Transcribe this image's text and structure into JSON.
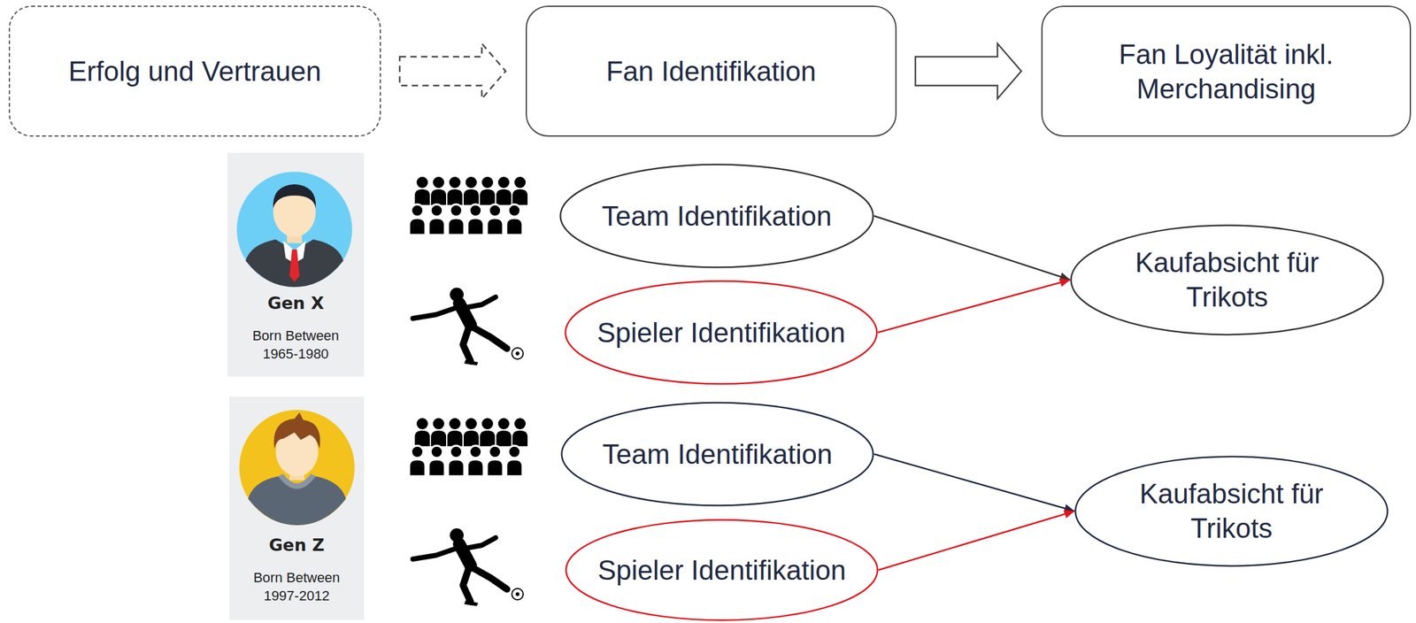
{
  "diagram": {
    "nodes": [
      {
        "text": [
          "Erfolg und Vertrauen"
        ]
      },
      {
        "text": [
          "Fan Identifikation"
        ]
      },
      {
        "text": [
          "Fan Loyalität inkl. Merchandising"
        ]
      },
      {
        "text": [
          "Team Identifikation"
        ]
      },
      {
        "text": [
          "Spieler Identifikation"
        ]
      },
      {
        "text": [
          "Kaufabsicht für Trikots"
        ]
      },
      {
        "text": [
          "Team Identifikation"
        ]
      },
      {
        "text": [
          "Spieler Identifikation"
        ]
      },
      {
        "text": [
          "Kaufabsicht für Trikots"
        ]
      }
    ],
    "edges": [
      {
        "from": 0,
        "to": 1,
        "arrow": "to"
      },
      {
        "from": 1,
        "to": 2,
        "arrow": "to"
      },
      {
        "from": 3,
        "to": 5,
        "arrow": "to"
      },
      {
        "from": 4,
        "to": 5,
        "arrow": "to"
      },
      {
        "from": 6,
        "to": 8,
        "arrow": "to"
      },
      {
        "from": 7,
        "to": 8,
        "arrow": "to"
      }
    ],
    "labels": [
      "Gen X",
      "Born Between 1965-1980",
      "Gen Z",
      "Born Between 1997-2012"
    ]
  }
}
